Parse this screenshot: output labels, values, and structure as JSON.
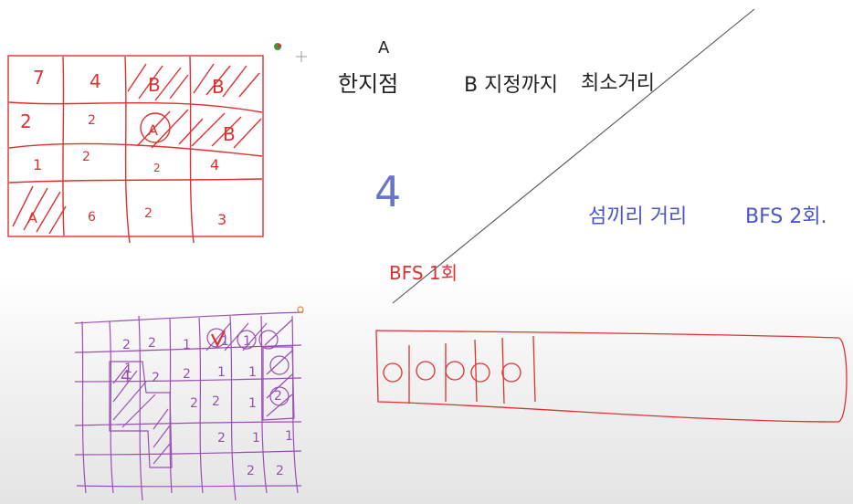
{
  "whiteboard": {
    "heading": {
      "a_label": "A",
      "from_point": "한지점",
      "b_label": "B 지정까지",
      "shortest": "최소거리"
    },
    "answer": "4",
    "island_distance": "섬끼리 거리",
    "bfs_two": "BFS 2회.",
    "bfs_one": "BFS 1회",
    "grid_top": {
      "color": "#e03030",
      "rows": [
        [
          "7",
          "4",
          "B",
          "B"
        ],
        [
          "2",
          "2",
          "A",
          "B"
        ],
        [
          "1",
          "2",
          "2",
          "4"
        ],
        [
          "A",
          "6",
          "2",
          "3"
        ]
      ]
    },
    "grid_bottom": {
      "color": "#9a4fb5",
      "labels": [
        "2",
        "2",
        "1",
        "1",
        "2",
        "4",
        "2",
        "2",
        "2",
        "1",
        "1",
        "1",
        "2",
        "1",
        "2",
        "2",
        "1",
        "1",
        "1",
        "2"
      ]
    },
    "queue_color": "#e03030",
    "blue_ink": "#4a55c8"
  }
}
